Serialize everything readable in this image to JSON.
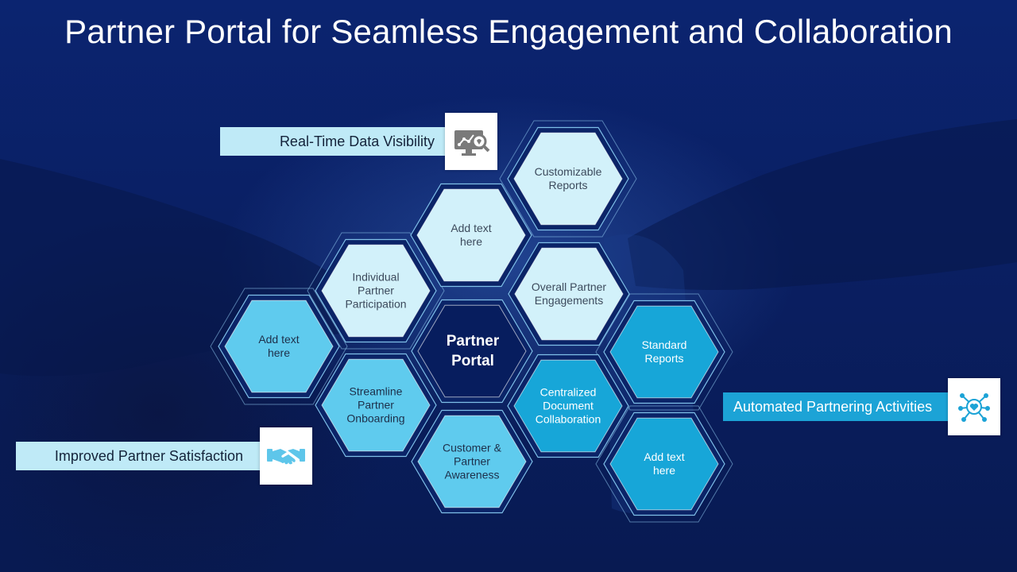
{
  "title": "Partner Portal for Seamless Engagement and Collaboration",
  "center": {
    "label": "Partner\nPortal"
  },
  "hexes": [
    {
      "label": "Customizable\nReports"
    },
    {
      "label": "Add text\nhere"
    },
    {
      "label": "Overall Partner\nEngagements"
    },
    {
      "label": "Individual\nPartner\nParticipation"
    },
    {
      "label": "Add text\nhere"
    },
    {
      "label": "Streamline\nPartner\nOnboarding"
    },
    {
      "label": "Customer &\nPartner\nAwareness"
    },
    {
      "label": "Centralized\nDocument\nCollaboration"
    },
    {
      "label": "Standard\nReports"
    },
    {
      "label": "Add text\nhere"
    }
  ],
  "callouts": {
    "realtime": {
      "label": "Real-Time Data Visibility",
      "icon": "monitor-analytics-icon"
    },
    "automated": {
      "label": "Automated Partnering Activities",
      "icon": "network-heart-icon"
    },
    "satisfaction": {
      "label": "Improved Partner Satisfaction",
      "icon": "handshake-icon"
    }
  },
  "colors": {
    "light_hex": "#d2f1fa",
    "mid_hex": "#5fcbee",
    "dark_hex": "#17a6d8",
    "center_hex": "#071d5e",
    "callout_light": "#bfeaf7",
    "callout_blue": "#1ca3d6"
  }
}
